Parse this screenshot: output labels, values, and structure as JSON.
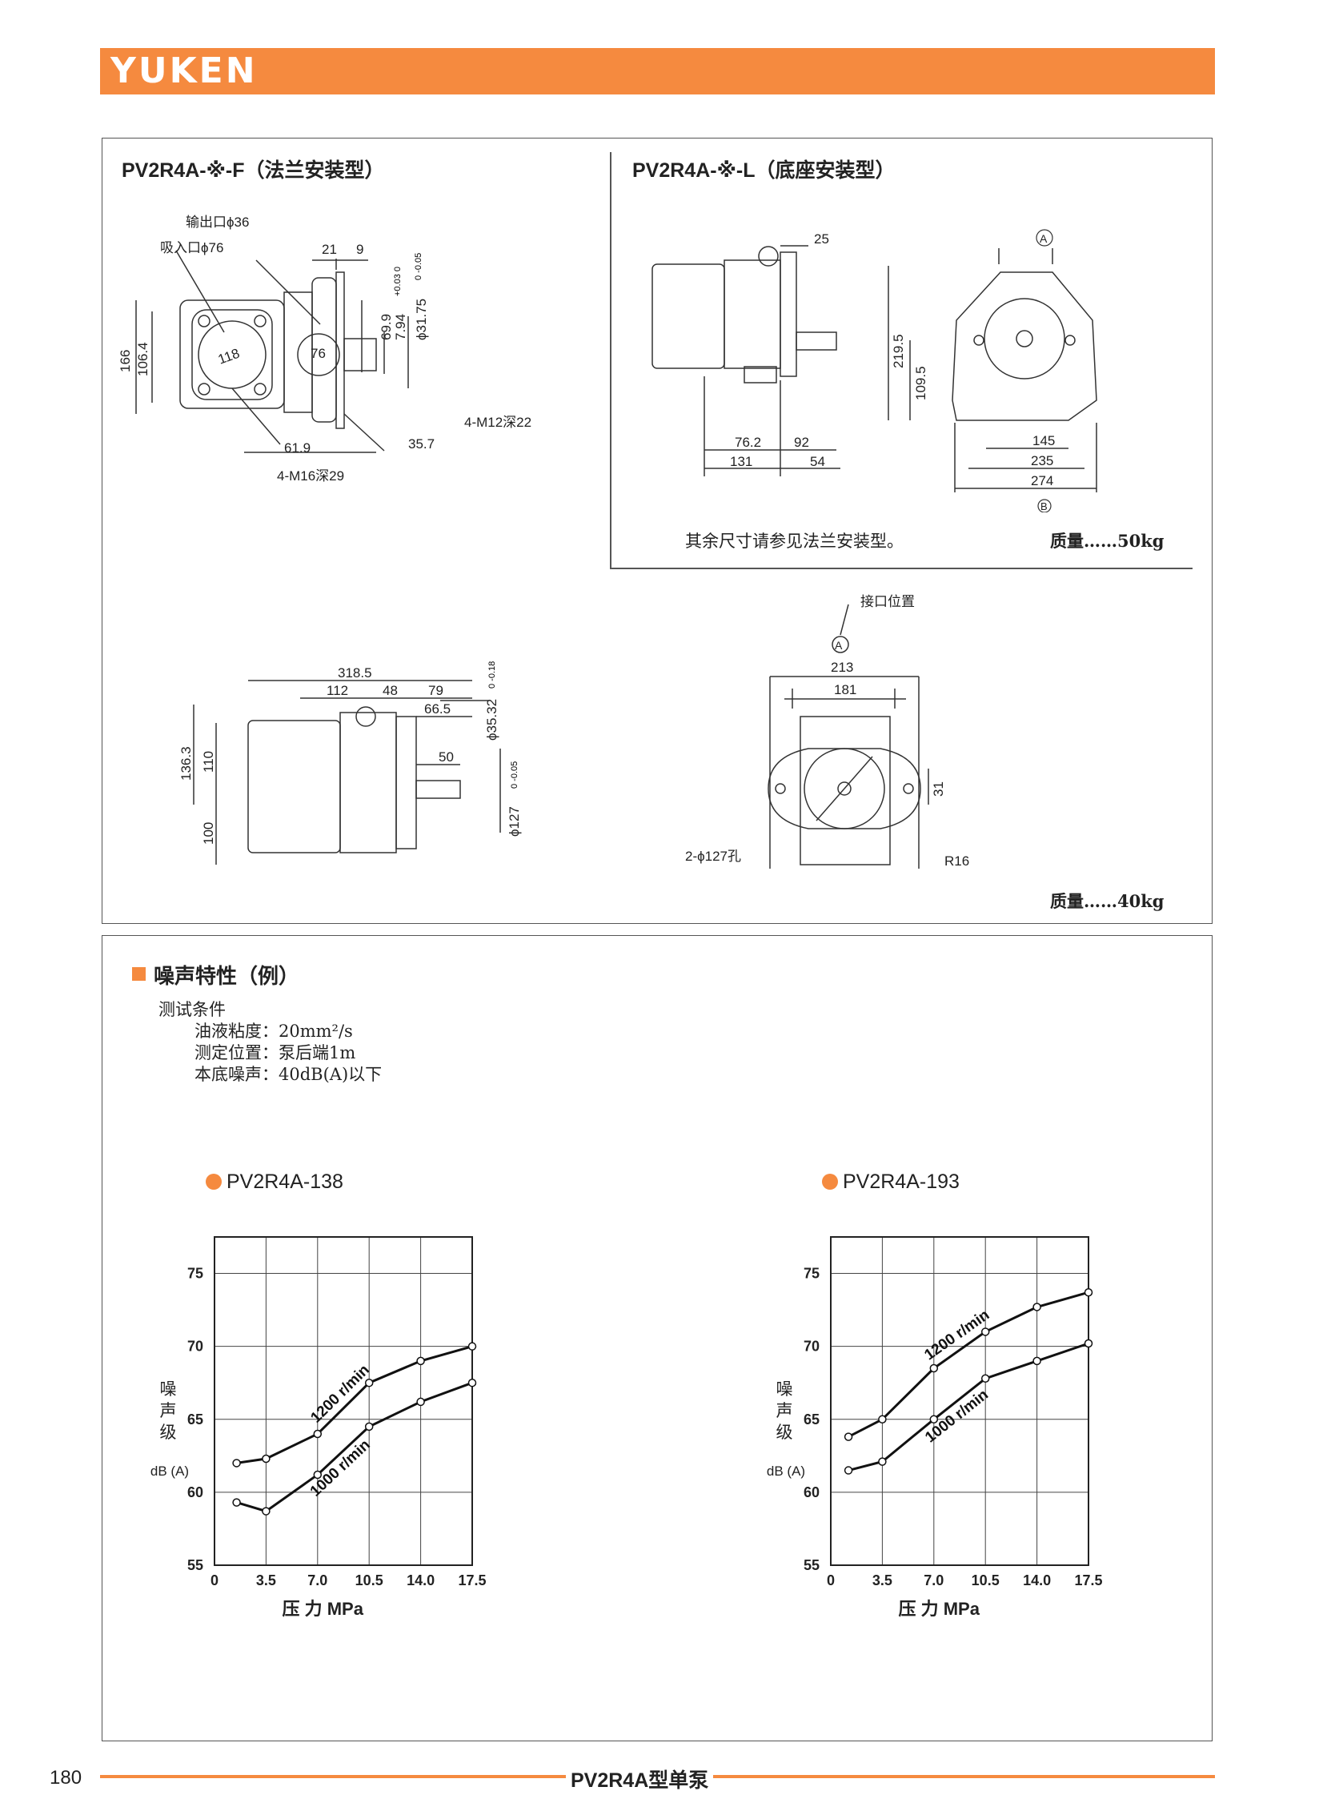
{
  "header": {
    "logo": "YUKEN",
    "accent": "#f58a3f"
  },
  "drawings": {
    "flange": {
      "title": "PV2R4A-※-F（法兰安装型）",
      "labels": {
        "outlet": "输出口ϕ36",
        "inlet": "吸入口ϕ76",
        "d21": "21",
        "d9": "9",
        "d166": "166",
        "d106_4": "106.4",
        "d118": "118",
        "d76": "76",
        "d69_9": "69.9",
        "d7_94": "7.94",
        "tol_7_94": "+0.03 0",
        "d31_75": "ϕ31.75",
        "tol_31_75": "0 -0.05",
        "m12": "4-M12深22",
        "d61_9": "61.9",
        "d35_7": "35.7",
        "m16": "4-M16深29"
      }
    },
    "base": {
      "title": "PV2R4A-※-L（底座安装型）",
      "labels": {
        "d25": "25",
        "d219_5": "219.5",
        "d109_5": "109.5",
        "d76_2": "76.2",
        "d92": "92",
        "d131": "131",
        "d54": "54",
        "d145": "145",
        "d235": "235",
        "d274": "274",
        "A": "A",
        "B": "B"
      },
      "note": "其余尺寸请参见法兰安装型。",
      "mass": "质量……50kg"
    },
    "side": {
      "labels": {
        "d318_5": "318.5",
        "d112": "112",
        "d48": "48",
        "d79": "79",
        "d66_5": "66.5",
        "d35_32": "ϕ35.32",
        "tol_35_32": "0 -0.18",
        "d136_3": "136.3",
        "d110": "110",
        "d50": "50",
        "d127": "ϕ127",
        "tol_127": "0 -0.05",
        "d100": "100"
      }
    },
    "front": {
      "labels": {
        "port": "接口位置",
        "A": "A",
        "d213": "213",
        "d181": "181",
        "d31": "31",
        "holes": "2-ϕ127孔",
        "r16": "R16"
      },
      "mass": "质量……40kg"
    }
  },
  "noise": {
    "heading": "噪声特性（例）",
    "conditions_title": "测试条件",
    "conditions": [
      "油液粘度：20mm²/s",
      "测定位置：泵后端1m",
      "本底噪声：40dB(A)以下"
    ]
  },
  "chart_data": [
    {
      "type": "line",
      "title": "PV2R4A-138",
      "xlabel": "压 力 MPa",
      "ylabel": "噪声级",
      "ylabel_unit": "dB (A)",
      "xlim": [
        0,
        17.5
      ],
      "ylim": [
        55,
        77.5
      ],
      "xticks": [
        "0",
        "3.5",
        "7.0",
        "10.5",
        "14.0",
        "17.5"
      ],
      "yticks": [
        "55",
        "60",
        "65",
        "70",
        "75"
      ],
      "grid": true,
      "series": [
        {
          "name": "1200 r/min",
          "x": [
            1.5,
            3.5,
            7.0,
            10.5,
            14.0,
            17.5
          ],
          "y": [
            62.0,
            62.3,
            64.0,
            67.5,
            69.0,
            70.0
          ]
        },
        {
          "name": "1000 r/min",
          "x": [
            1.5,
            3.5,
            7.0,
            10.5,
            14.0,
            17.5
          ],
          "y": [
            59.3,
            58.7,
            61.2,
            64.5,
            66.2,
            67.5
          ]
        }
      ]
    },
    {
      "type": "line",
      "title": "PV2R4A-193",
      "xlabel": "压 力 MPa",
      "ylabel": "噪声级",
      "ylabel_unit": "dB (A)",
      "xlim": [
        0,
        17.5
      ],
      "ylim": [
        55,
        77.5
      ],
      "xticks": [
        "0",
        "3.5",
        "7.0",
        "10.5",
        "14.0",
        "17.5"
      ],
      "yticks": [
        "55",
        "60",
        "65",
        "70",
        "75"
      ],
      "grid": true,
      "series": [
        {
          "name": "1200 r/min",
          "x": [
            1.2,
            3.5,
            7.0,
            10.5,
            14.0,
            17.5
          ],
          "y": [
            63.8,
            65.0,
            68.5,
            71.0,
            72.7,
            73.7
          ]
        },
        {
          "name": "1000 r/min",
          "x": [
            1.2,
            3.5,
            7.0,
            10.5,
            14.0,
            17.5
          ],
          "y": [
            61.5,
            62.1,
            65.0,
            67.8,
            69.0,
            70.2
          ]
        }
      ]
    }
  ],
  "footer": {
    "page_number": "180",
    "title": "PV2R4A型单泵"
  }
}
